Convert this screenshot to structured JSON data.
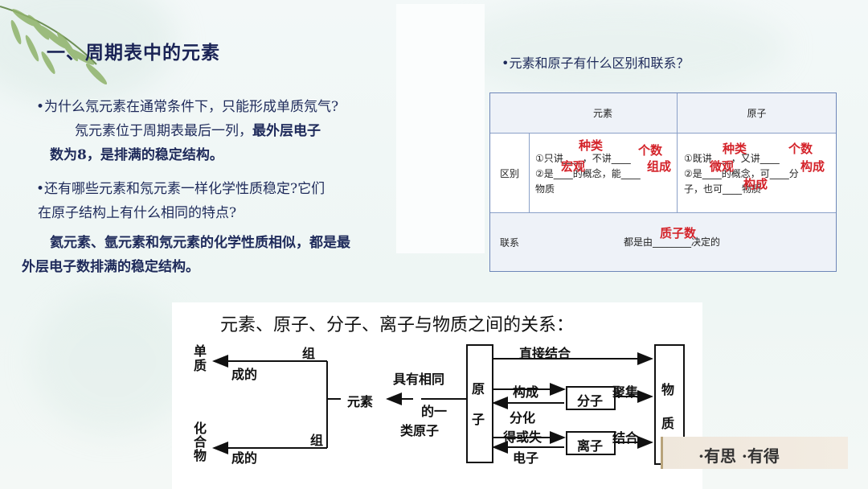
{
  "title": "一、周期表中的元素",
  "left": {
    "q1": "•为什么氖元素在通常条件下，只能形成单质氖气?",
    "a1_line1_normal": "氖元素位于周期表最后一列，",
    "a1_line1_bold": "最外层电子",
    "a1_line2": "数为8，是排满的稳定结构。",
    "q2_line1": "•还有哪些元素和氖元素一样化学性质稳定?它们",
    "q2_line2": "在原子结构上有什么相同的特点?",
    "a2_line1": "氦元素、氩元素和氖元素的化学性质相似，都是最",
    "a2_line2": "外层电子数排满的稳定结构。"
  },
  "right": {
    "question": "•元素和原子有什么区别和联系？",
    "table": {
      "col_element": "元素",
      "col_atom": "原子",
      "row_diff": "区别",
      "row_link": "联系",
      "elem_line1": "①只讲____，不讲____",
      "elem_line2": "②是____的概念，能____",
      "elem_line3": "物质",
      "atom_line1": "①既讲____，又讲____",
      "atom_line2": "②是____的概念，可____分",
      "atom_line3": "子，也可____物质",
      "link_text": "都是由________决定的",
      "ans_elem_kind": "种类",
      "ans_elem_count": "个数",
      "ans_elem_macro": "宏观",
      "ans_elem_compose": "组成",
      "ans_atom_kind": "种类",
      "ans_atom_count": "个数",
      "ans_atom_micro": "微观",
      "ans_atom_construct": "构成",
      "ans_atom_construct2": "构成",
      "ans_link": "质子数"
    }
  },
  "diagram": {
    "title": "元素、原子、分子、离子与物质之间的关系：",
    "simple": "单\n质",
    "compound": "化\n合\n物",
    "zu_top": "组",
    "cheng_top": "成的",
    "zu_bottom": "组",
    "cheng_bottom": "成的",
    "element": "元素",
    "same": "具有相同",
    "de_yi": "的一",
    "lei_atom": "类原子",
    "atom_v": "原\n子",
    "direct": "直接结合",
    "compose": "构成",
    "split": "分化",
    "molecule": "分子",
    "gather": "聚集",
    "gain_lose": "得或失",
    "electron": "电子",
    "ion": "离子",
    "combine": "结合",
    "matter_v": "物\n质"
  },
  "footer": "·有思 ·有得"
}
